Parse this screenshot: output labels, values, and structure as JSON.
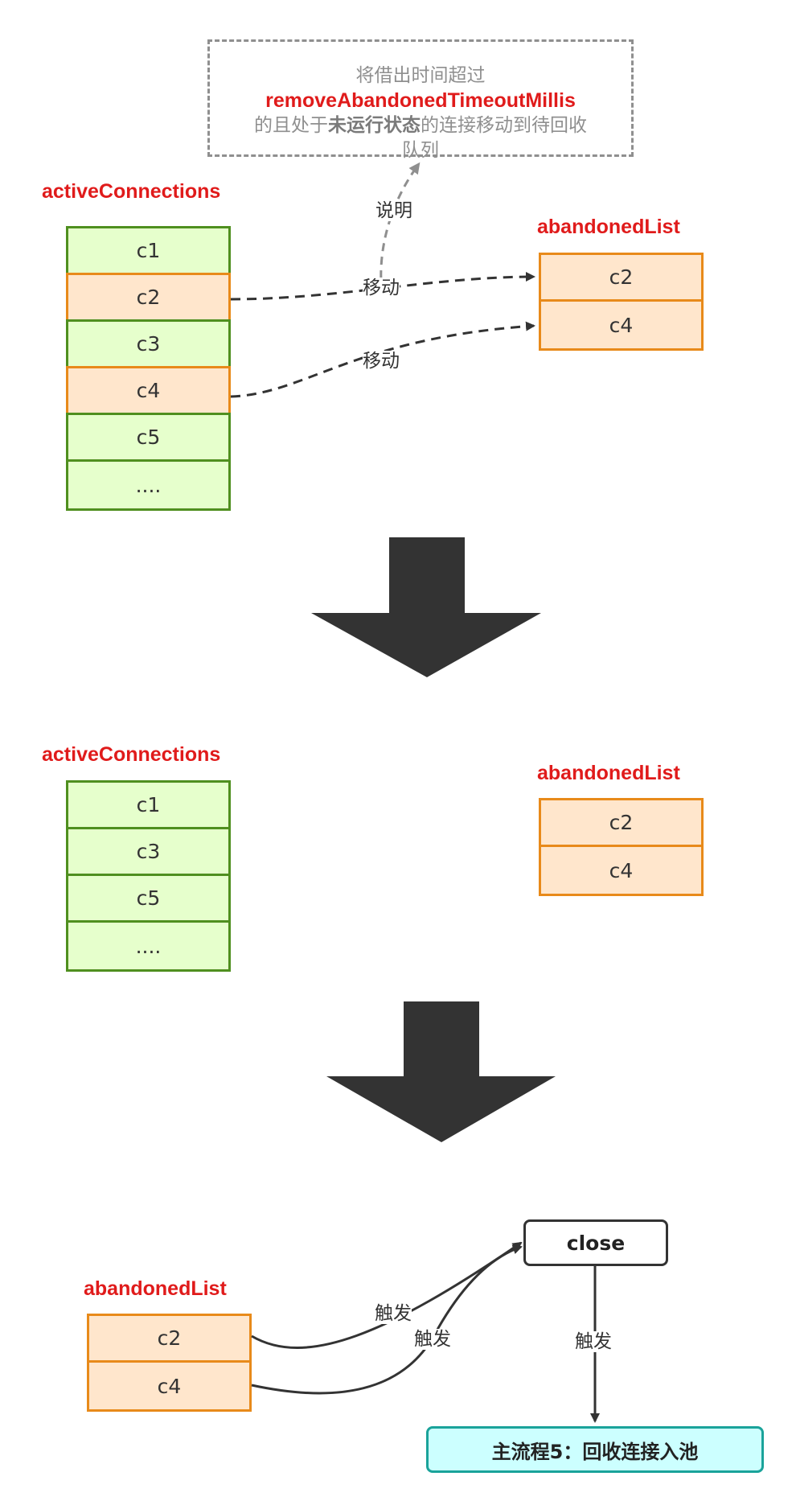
{
  "note": {
    "line1": "将借出时间超过",
    "highlight": "removeAbandonedTimeoutMillis",
    "line3_pre": "的且处于",
    "line3_bold": "未运行状态",
    "line3_post": "的连接移动到待回收",
    "line4": "队列"
  },
  "labels": {
    "explain": "说明",
    "move": "移动",
    "trigger": "触发"
  },
  "stage1": {
    "active_title": "activeConnections",
    "active_items": [
      {
        "label": "c1",
        "state": "green"
      },
      {
        "label": "c2",
        "state": "orange"
      },
      {
        "label": "c3",
        "state": "green"
      },
      {
        "label": "c4",
        "state": "orange"
      },
      {
        "label": "c5",
        "state": "green"
      },
      {
        "label": "....",
        "state": "green"
      }
    ],
    "abandoned_title": "abandonedList",
    "abandoned_items": [
      "c2",
      "c4"
    ]
  },
  "stage2": {
    "active_title": "activeConnections",
    "active_items": [
      "c1",
      "c3",
      "c5",
      "...."
    ],
    "abandoned_title": "abandonedList",
    "abandoned_items": [
      "c2",
      "c4"
    ]
  },
  "stage3": {
    "abandoned_title": "abandonedList",
    "abandoned_items": [
      "c2",
      "c4"
    ],
    "close_label": "close",
    "main_flow_label": "主流程5：回收连接入池"
  },
  "colors": {
    "title_red": "#e01b1b",
    "green_fill": "#e6ffcc",
    "green_border": "#4f8f1f",
    "orange_fill": "#ffe6cc",
    "orange_border": "#e88a1a",
    "arrow_dark": "#333333",
    "main_fill": "#ccffff",
    "main_border": "#1aa39a"
  }
}
